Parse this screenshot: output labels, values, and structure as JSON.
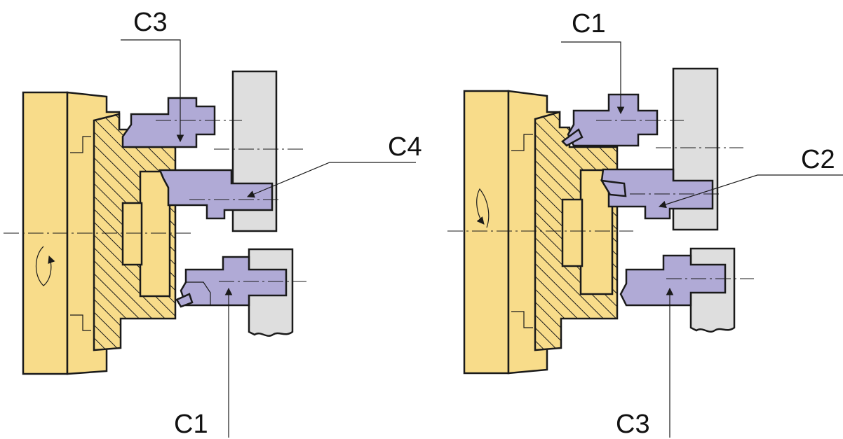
{
  "colors": {
    "part_yellow": "#f8dc8a",
    "tool_purple": "#b0aad6",
    "holder_gray": "#dedede",
    "outline": "#1a1a1a",
    "background": "#ffffff"
  },
  "left_setup": {
    "labels": {
      "top_tool": "C3",
      "right_tool": "C4",
      "bottom_tool": "C1"
    },
    "rotation": "counterclockwise-arrow-icon"
  },
  "right_setup": {
    "labels": {
      "top_tool": "C1",
      "right_tool": "C2",
      "bottom_tool": "C3"
    },
    "rotation": "clockwise-arrow-icon"
  }
}
